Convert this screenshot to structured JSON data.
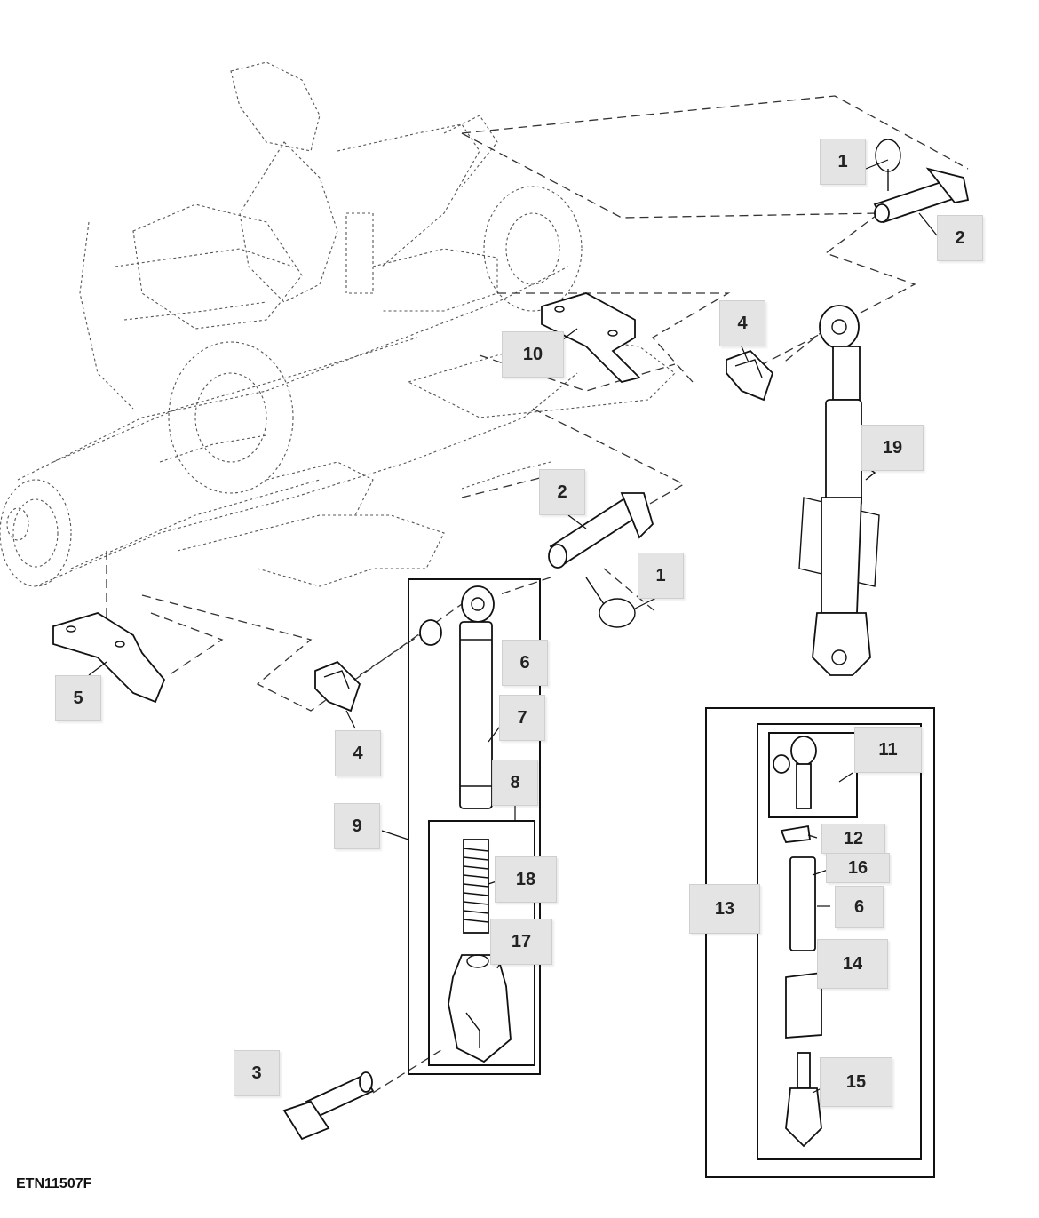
{
  "figure_id": "ETN11507F",
  "callouts": [
    "1",
    "2",
    "1",
    "2",
    "4",
    "10",
    "19",
    "5",
    "4",
    "6",
    "7",
    "8",
    "9",
    "18",
    "17",
    "3",
    "11",
    "12",
    "13",
    "16",
    "6",
    "14",
    "15"
  ]
}
